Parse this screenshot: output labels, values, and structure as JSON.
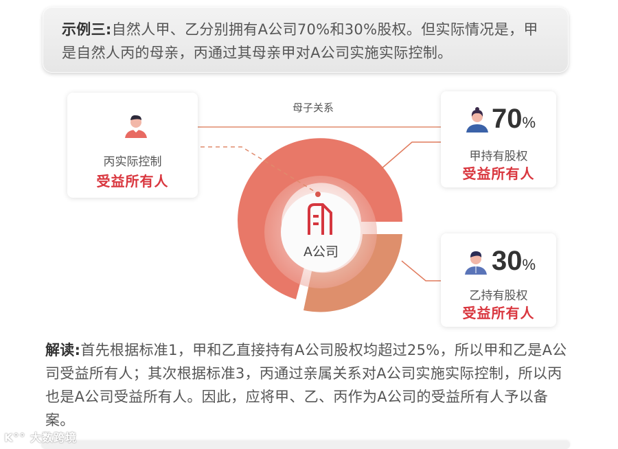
{
  "example": {
    "title": "示例三",
    "separator": ":",
    "text": "自然人甲、乙分别拥有A公司70%和30%股权。但实际情况是，甲是自然人丙的母亲，丙通过其母亲甲对A公司实施实际控制。"
  },
  "diagram": {
    "relation_label": "母子关系",
    "center": {
      "label": "A公司",
      "icon": "building-icon"
    },
    "ring": {
      "segments": [
        {
          "name": "甲",
          "percent": 70,
          "color": "#e87868"
        },
        {
          "name": "乙",
          "percent": 30,
          "color": "#e0906a"
        }
      ]
    },
    "cards": [
      {
        "id": "bing",
        "avatar": "male-avatar-red-shirt-icon",
        "role": "丙实际控制",
        "status": "受益所有人"
      },
      {
        "id": "jia",
        "avatar": "female-avatar-icon",
        "percent": "70",
        "percent_unit": "%",
        "role": "甲持有股权",
        "status": "受益所有人"
      },
      {
        "id": "yi",
        "avatar": "male-avatar-blue-shirt-icon",
        "percent": "30",
        "percent_unit": "%",
        "role": "乙持有股权",
        "status": "受益所有人"
      }
    ]
  },
  "analysis": {
    "title": "解读",
    "separator": ":",
    "text": "首先根据标准1，甲和乙直接持有A公司股权均超过25%，所以甲和乙是A公司受益所有人；其次根据标准3，丙通过亲属关系对A公司实施实际控制，所以丙也是A公司受益所有人。因此，应将甲、乙、丙作为A公司的受益所有人予以备案。"
  },
  "watermark": "大数跨境",
  "colors": {
    "accent_red": "#d9363e",
    "ring_main": "#e87868",
    "ring_secondary": "#e0906a",
    "line": "#e08a6c"
  }
}
